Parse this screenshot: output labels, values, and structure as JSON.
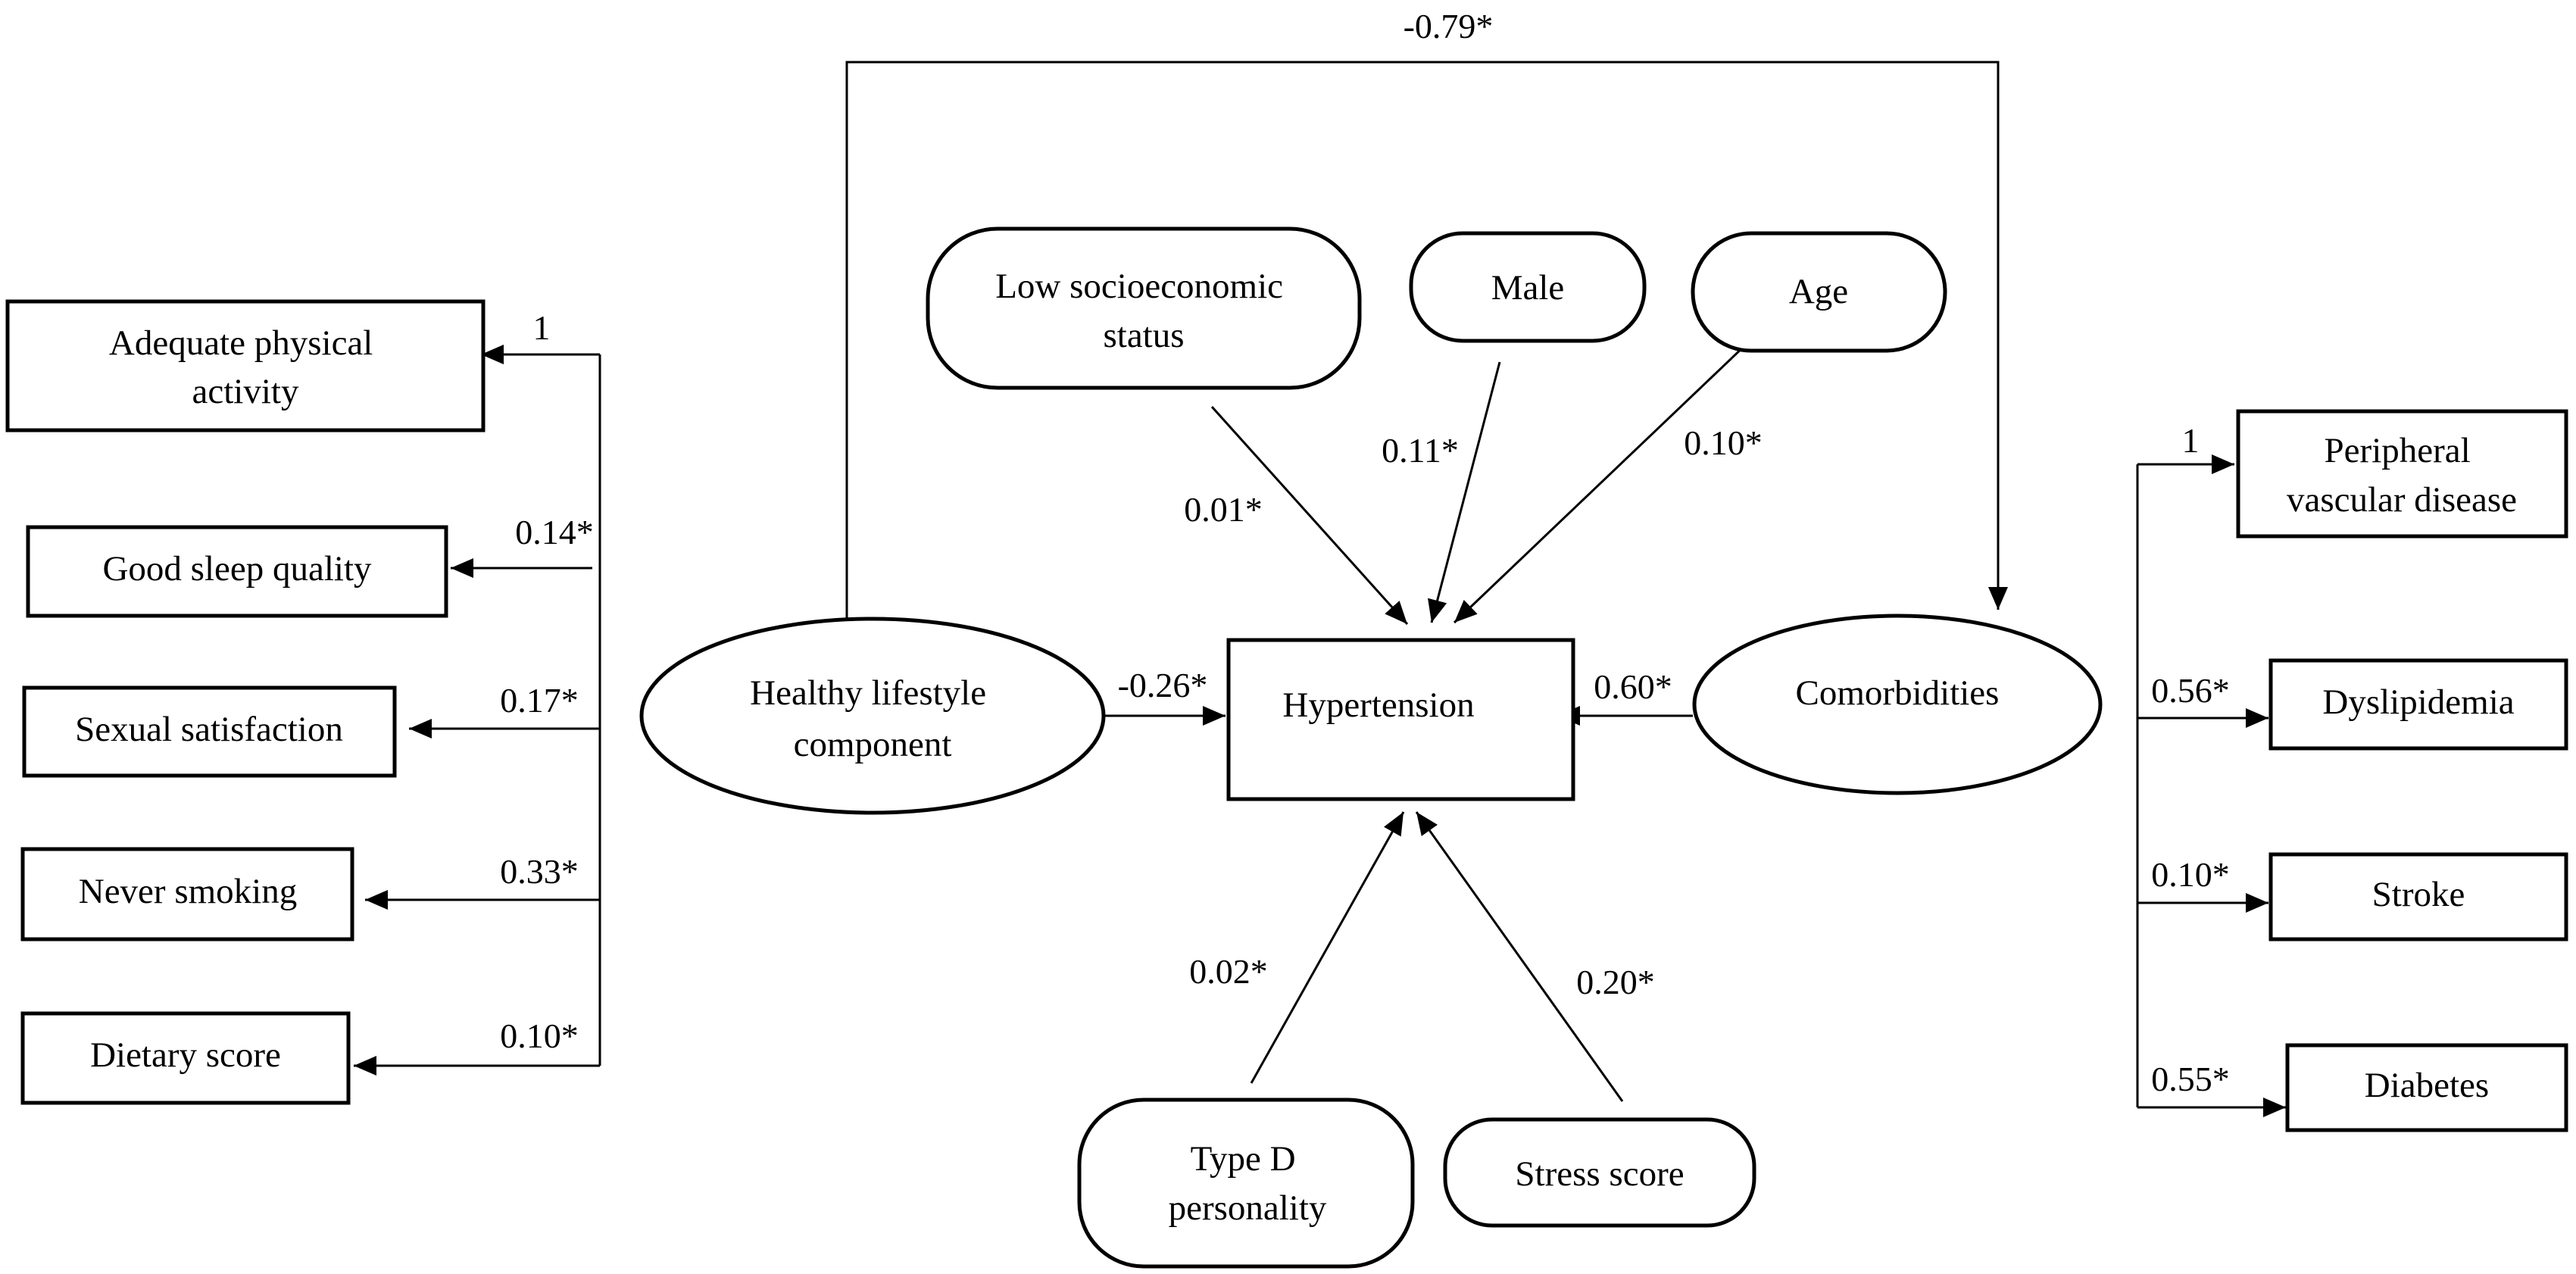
{
  "nodes": {
    "adequate_physical_activity": [
      "Adequate physical",
      "activity"
    ],
    "good_sleep_quality": [
      "Good sleep quality"
    ],
    "sexual_satisfaction": [
      "Sexual satisfaction"
    ],
    "never_smoking": [
      "Never smoking"
    ],
    "dietary_score": [
      "Dietary score"
    ],
    "healthy_lifestyle_component": [
      "Healthy lifestyle",
      "component"
    ],
    "low_socioeconomic_status": [
      "Low socioeconomic",
      "status"
    ],
    "male": [
      "Male"
    ],
    "age": [
      "Age"
    ],
    "hypertension": [
      "Hypertension"
    ],
    "comorbidities": [
      "Comorbidities"
    ],
    "type_d_personality": [
      "Type D",
      "personality"
    ],
    "stress_score": [
      "Stress score"
    ],
    "peripheral_vascular_disease": [
      "Peripheral",
      "vascular disease"
    ],
    "dyslipidemia": [
      "Dyslipidemia"
    ],
    "stroke": [
      "Stroke"
    ],
    "diabetes": [
      "Diabetes"
    ]
  },
  "coefficients": {
    "lifestyle_comorbidities": "-0.79*",
    "lifestyle_hypertension": "-0.26*",
    "comorbidities_hypertension": "0.60*",
    "ses_hypertension": "0.01*",
    "male_hypertension": "0.11*",
    "age_hypertension": "0.10*",
    "typed_hypertension": "0.02*",
    "stress_hypertension": "0.20*",
    "physical_activity": "1",
    "sleep_quality": "0.14*",
    "sexual_satisfaction": "0.17*",
    "never_smoking": "0.33*",
    "dietary_score": "0.10*",
    "peripheral_vascular": "1",
    "dyslipidemia": "0.56*",
    "stroke": "0.10*",
    "diabetes": "0.55*"
  },
  "colors": {
    "stroke": "#000000",
    "fill": "#ffffff",
    "text": "#000000"
  }
}
